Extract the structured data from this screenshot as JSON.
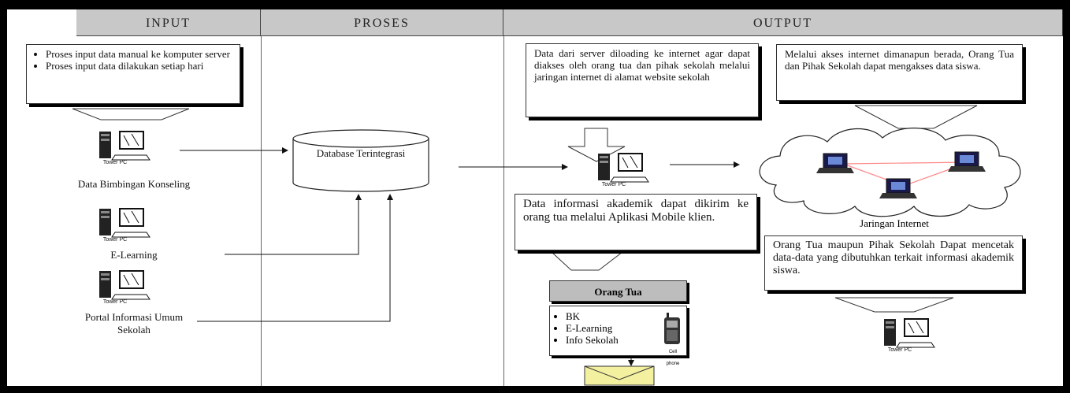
{
  "headers": {
    "input": "INPUT",
    "proses": "PROSES",
    "output": "OUTPUT"
  },
  "input": {
    "bullets": [
      "Proses input data manual ke komputer server",
      "Proses input data dilakukan setiap hari"
    ],
    "sources": [
      {
        "label": "Data Bimbingan Konseling"
      },
      {
        "label": "E-Learning"
      },
      {
        "label": "Portal Informasi Umum Sekolah"
      }
    ]
  },
  "pc_caption": "Tower PC",
  "database": {
    "label": "Database Terintegrasi"
  },
  "output": {
    "server_note": "Data dari server diloading ke internet agar dapat diakses oleh orang tua dan pihak sekolah melalui jaringan internet di alamat website sekolah",
    "access_note": "Melalui akses internet dimanapun berada, Orang Tua dan Pihak Sekolah dapat mengakses data siswa.",
    "mobile_note": "Data informasi akademik dapat dikirim ke orang tua melalui Aplikasi Mobile klien.",
    "print_note": "Orang Tua maupun Pihak Sekolah Dapat mencetak data-data yang dibutuhkan terkait informasi akademik siswa.",
    "internet_label": "Jaringan Internet",
    "orang_tua": {
      "title": "Orang Tua",
      "items": [
        "BK",
        "E-Learning",
        "Info Sekolah"
      ],
      "phone_caption": "Cell phone"
    }
  },
  "colors": {
    "header_bg": "#c8c8c8",
    "link_line": "#ff9999",
    "envelope": "#f3f0a0"
  },
  "icons": [
    "tower-pc-icon",
    "database-cylinder-icon",
    "cloud-icon",
    "laptop-icon",
    "cell-phone-icon",
    "envelope-icon"
  ]
}
